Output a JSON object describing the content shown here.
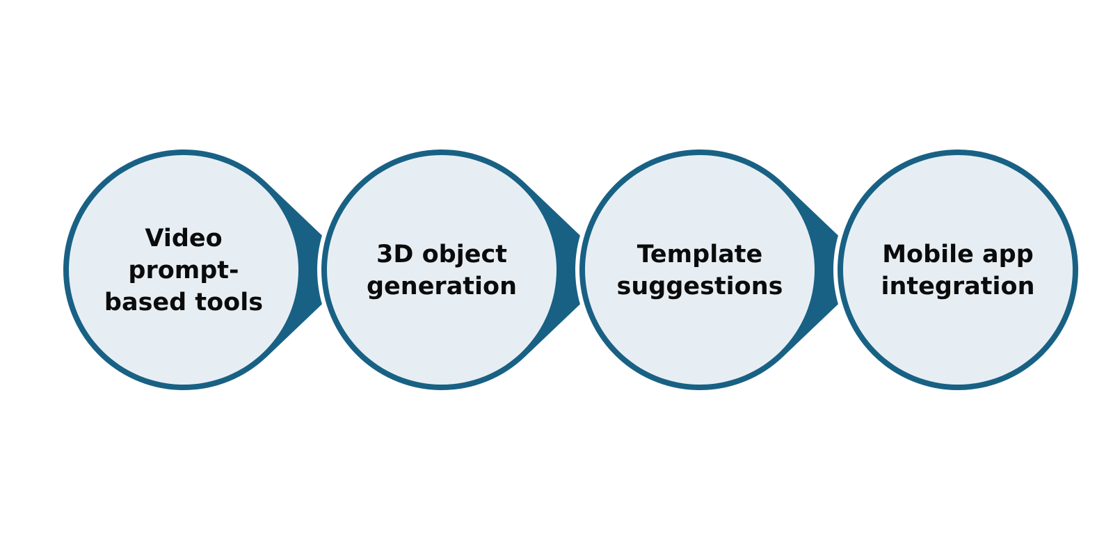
{
  "colors": {
    "ring": "#186184",
    "fill": "#e7eef3",
    "gap": "#ffffff",
    "text": "#0b0b0b"
  },
  "steps": [
    {
      "label": "Video prompt-based tools",
      "lines": [
        "Video",
        "prompt-",
        "based tools"
      ]
    },
    {
      "label": "3D object generation",
      "lines": [
        "3D object",
        "generation"
      ]
    },
    {
      "label": "Template suggestions",
      "lines": [
        "Template",
        "suggestions"
      ]
    },
    {
      "label": "Mobile app integration",
      "lines": [
        "Mobile app",
        "integration"
      ]
    }
  ]
}
